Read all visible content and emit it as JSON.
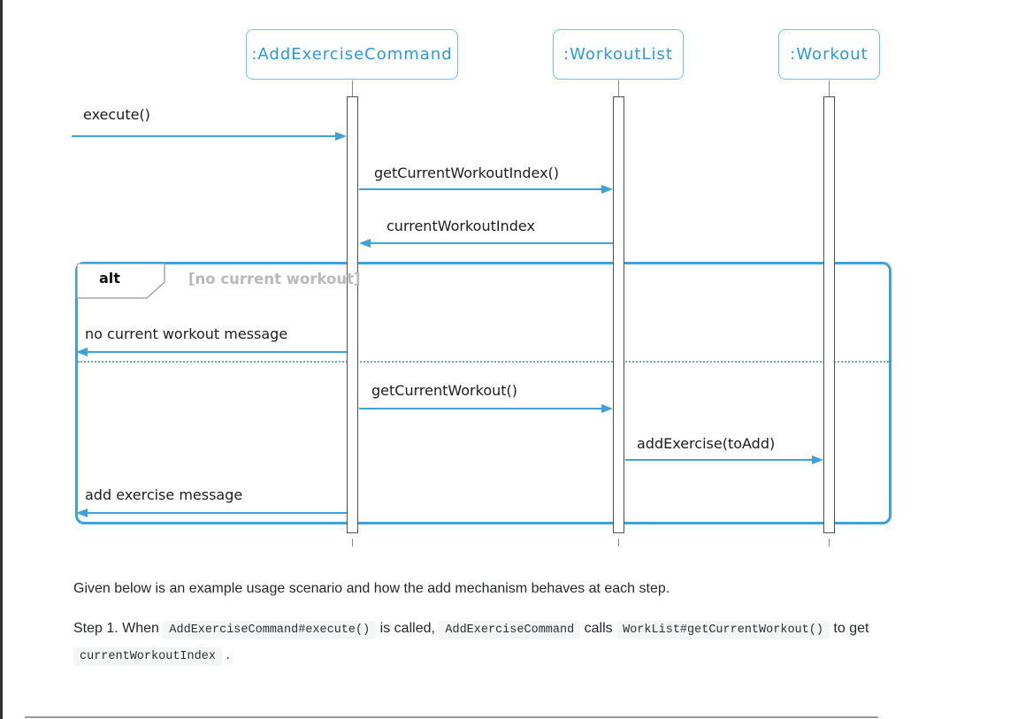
{
  "diagram": {
    "participants": [
      {
        "label": ":AddExerciseCommand"
      },
      {
        "label": ":WorkoutList"
      },
      {
        "label": ":Workout"
      }
    ],
    "frame": {
      "operator": "alt",
      "guard": "[no current workout]"
    },
    "messages": {
      "execute": "execute()",
      "get_current_workout_index": "getCurrentWorkoutIndex()",
      "current_workout_index": "currentWorkoutIndex",
      "no_current_workout_message": "no current workout message",
      "get_current_workout": "getCurrentWorkout()",
      "add_exercise": "addExercise(toAdd)",
      "add_exercise_message": "add exercise message"
    },
    "colors": {
      "arrow_blue": "#3da1da",
      "participant_border": "#6ec3ec",
      "participant_text": "#2a9bd7",
      "guard_gray": "#b9b9b9"
    }
  },
  "text": {
    "paragraph1": "Given below is an example usage scenario and how the add mechanism behaves at each step.",
    "step1_line1": [
      {
        "code": false,
        "text": "Step 1. When "
      },
      {
        "code": true,
        "text": "AddExerciseCommand#execute()"
      },
      {
        "code": false,
        "text": " is called, "
      },
      {
        "code": true,
        "text": "AddExerciseCommand"
      },
      {
        "code": false,
        "text": " calls "
      },
      {
        "code": true,
        "text": "WorkList#getCurrentWorkout()"
      },
      {
        "code": false,
        "text": " to get"
      }
    ],
    "step1_line2": [
      {
        "code": true,
        "text": "currentWorkoutIndex"
      },
      {
        "code": false,
        "text": " ."
      }
    ]
  }
}
